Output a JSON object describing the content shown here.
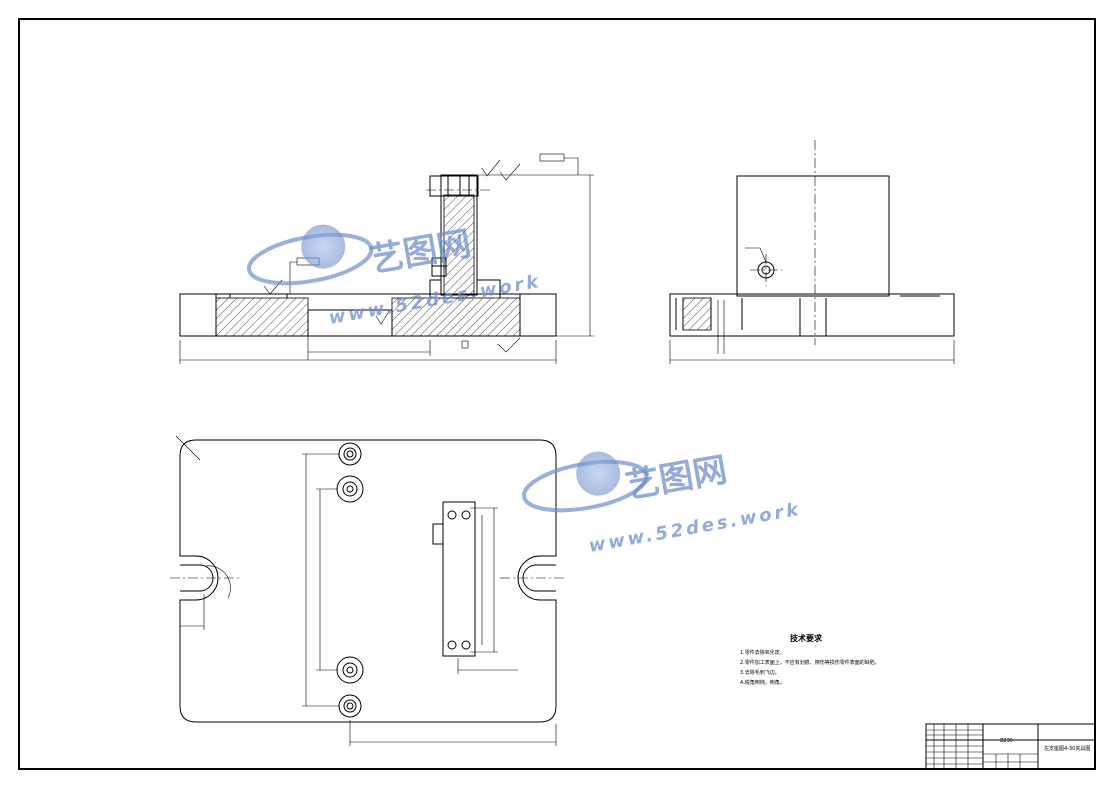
{
  "technical_requirements": {
    "title": "技术要求",
    "items": [
      "1.零件去除氧化皮。",
      "2.零件加工表面上，不应有划痕、擦伤等损伤零件表面的缺陷。",
      "3.去除毛刺飞边。",
      "4.锐角倒钝，倒角。"
    ]
  },
  "title_block": {
    "material": "Z235",
    "drawing_name": "左支座图4-30夹具图"
  },
  "watermarks": [
    {
      "cn": "艺图网",
      "en": "www.52des.work"
    },
    {
      "cn": "艺图网",
      "en": "www.52des.work"
    }
  ],
  "colors": {
    "line": "#000000",
    "watermark": "#6f8fc9"
  }
}
